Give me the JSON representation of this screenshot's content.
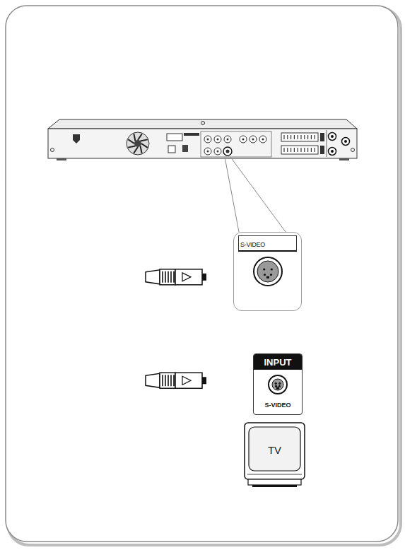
{
  "diagram": {
    "nodes": [
      {
        "text": [
          "S-VIDEO"
        ]
      },
      {
        "text": [
          "INPUT",
          "S-VIDEO"
        ]
      },
      {
        "text": [
          "TV"
        ]
      }
    ],
    "edges": [
      {
        "from": 0,
        "to": 1,
        "arrow": "both"
      }
    ]
  }
}
